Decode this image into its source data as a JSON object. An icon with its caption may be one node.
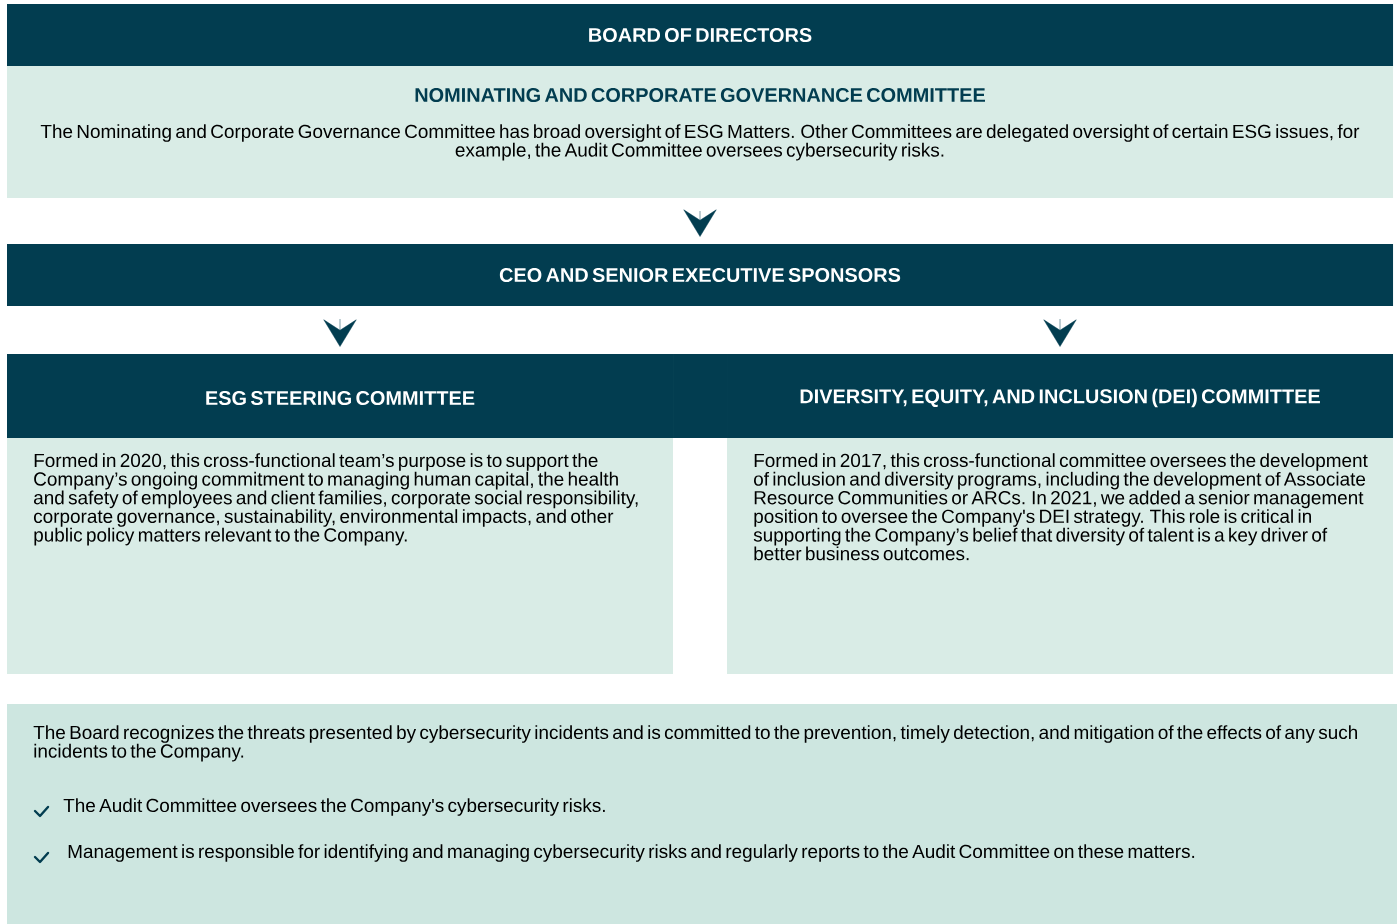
{
  "diagram": {
    "nodes": [
      {
        "text": [
          "BOARD OF DIRECTORS"
        ]
      },
      {
        "text": [
          "NOMINATING AND CORPORATE GOVERNANCE COMMITTEE",
          "The Nominating and Corporate Governance Committee has broad oversight of ESG Matters. Other Committees are delegated oversight of certain ESG issues, for example, the Audit Committee oversees cybersecurity risks."
        ]
      },
      {
        "text": [
          "CEO AND SENIOR EXECUTIVE SPONSORS"
        ]
      },
      {
        "text": [
          "ESG STEERING COMMITTEE",
          "Formed in 2020, this cross-functional team’s purpose is to support the Company’s ongoing commitment to managing human capital, the health and safety of employees and client families, corporate social responsibility, corporate governance, sustainability, environmental impacts, and other public policy matters relevant to the Company."
        ]
      },
      {
        "text": [
          "DIVERSITY, EQUITY, AND INCLUSION (DEI) COMMITTEE",
          "Formed in 2017, this cross-functional committee oversees the development of inclusion and diversity programs, including the development of Associate Resource Communities or ARCs. In 2021, we added a senior management position to oversee the Company's DEI strategy. This role is critical in supporting the Company’s belief that diversity of talent is a key driver of better business outcomes."
        ]
      },
      {
        "text": [
          "The Board recognizes the threats presented by cybersecurity incidents and is committed to the prevention, timely detection, and mitigation of the effects of any such incidents to the Company.",
          "The Audit Committee oversees the Company's cybersecurity risks.",
          "Management is responsible for identifying and managing cybersecurity risks and regularly reports to the Audit Committee on these matters."
        ]
      }
    ],
    "edges": [
      {
        "from": 1,
        "to": 2,
        "arrow": "to"
      },
      {
        "from": 2,
        "to": 3,
        "arrow": "to"
      },
      {
        "from": 2,
        "to": 4,
        "arrow": "to"
      }
    ]
  }
}
